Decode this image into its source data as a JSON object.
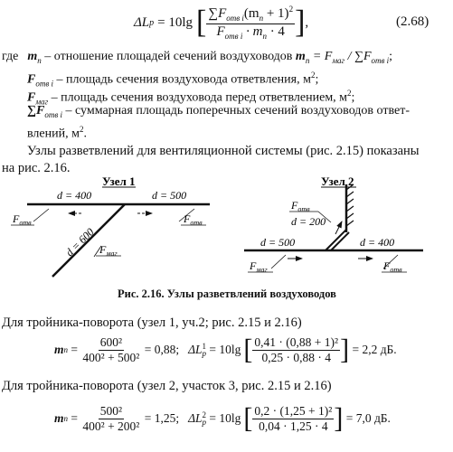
{
  "eq268": {
    "lhs": "ΔL",
    "lhs_sub": "p",
    "eq": "= 10lg",
    "num_sum": "∑",
    "num_F": "F",
    "num_Fsub": "отв i",
    "num_rest": "(m",
    "num_msub": "n",
    "num_tail": " + 1)",
    "num_pow": "2",
    "den_F": "F",
    "den_Fsub": "отв i",
    "den_mid": " · m",
    "den_msub": "n",
    "den_tail": " · 4",
    "trail": ",",
    "number": "(2.68)"
  },
  "defs": {
    "where": "где",
    "l1_a": "m",
    "l1_asub": "п",
    "l1_b": " – отношение площадей сечений воздуховодов ",
    "l1_c": "m",
    "l1_csub": "п",
    "l1_d": " = F",
    "l1_dsub": "маг",
    "l1_e": " / ∑F",
    "l1_esub": "отв i",
    "l1_f": ";",
    "l2_a": "F",
    "l2_asub": "отв i",
    "l2_b": " – площадь сечения воздуховода ответвления, м",
    "l2_sup": "2",
    "l2_c": ";",
    "l3_a": "F",
    "l3_asub": "маг",
    "l3_b": " – площадь сечения воздуховода перед ответвлением, м",
    "l3_sup": "2",
    "l3_c": ";",
    "l4_a": "∑F",
    "l4_asub": "отв i",
    "l4_b": " – суммарная площадь поперечных сечений воздуховодов ответ-",
    "l5": "влений, м",
    "l5_sup": "2",
    "l5_c": "."
  },
  "intro": {
    "l1": "Узлы разветвлений для вентиляционной системы (рис. 2.15) показаны",
    "l2": "на рис. 2.16."
  },
  "figure": {
    "node1_title": "Узел 1",
    "node1_d_left": "d = 400",
    "node1_d_right": "d = 500",
    "node1_d_diag": "d = 600",
    "node1_fotv_left": "F",
    "node1_fotv_left_sub": "отв",
    "node1_fotv_right": "F",
    "node1_fotv_right_sub": "отв",
    "node1_fmag": "F",
    "node1_fmag_sub": "маг",
    "node2_title": "Узел 2",
    "node2_fotv_top": "F",
    "node2_fotv_top_sub": "отв",
    "node2_d_top": "d = 200",
    "node2_d_left": "d = 500",
    "node2_d_right": "d = 400",
    "node2_fmag": "F",
    "node2_fmag_sub": "маг",
    "node2_fotv_right": "F",
    "node2_fotv_right_sub": "отв",
    "caption": "Рис. 2.16. Узлы разветвлений воздуховодов"
  },
  "calc1": {
    "heading": "Для тройника-поворота (узел 1, уч.2; рис. 2.15 и 2.16)",
    "m": "m",
    "msub": "п",
    "eq": " = ",
    "num": "600²",
    "den": "400² + 500²",
    "res": " = 0,88;",
    "dl": "ΔL",
    "dl_sup": "1",
    "dl_sub": "p",
    "dl_eq": " = 10lg",
    "inner_num": "0,41 · (0,88 + 1)²",
    "inner_den": "0,25 · 0,88 · 4",
    "final": " = 2,2 дБ."
  },
  "calc2": {
    "heading": "Для тройника-поворота (узел 2, участок 3, рис. 2.15 и 2.16)",
    "m": "m",
    "msub": "п",
    "eq": " = ",
    "num": "500²",
    "den": "400² + 200²",
    "res": " = 1,25;",
    "dl": "ΔL",
    "dl_sup": "2",
    "dl_sub": "p",
    "dl_eq": " = 10lg",
    "inner_num": "0,2 · (1,25 + 1)²",
    "inner_den": "0,04 · 1,25 · 4",
    "final": " = 7,0 дБ."
  }
}
